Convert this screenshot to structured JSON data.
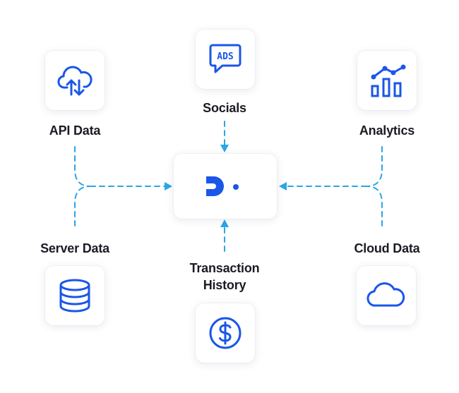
{
  "colors": {
    "brand": "#1a56e8",
    "connector": "#29a6e6",
    "text": "#1b1b24",
    "card_bg": "#ffffff"
  },
  "center": {
    "logo_icon": "brand-d-logo-icon"
  },
  "sources": {
    "api_data": {
      "label": "API Data",
      "icon": "cloud-upload-download-icon"
    },
    "socials": {
      "label": "Socials",
      "icon": "ads-chat-icon"
    },
    "analytics": {
      "label": "Analytics",
      "icon": "bar-chart-trend-icon"
    },
    "server_data": {
      "label": "Server Data",
      "icon": "database-icon"
    },
    "transaction_history": {
      "label_line1": "Transaction",
      "label_line2": "History",
      "icon": "dollar-coin-icon"
    },
    "cloud_data": {
      "label": "Cloud Data",
      "icon": "cloud-icon"
    },
    "ads_text": "ADS"
  }
}
